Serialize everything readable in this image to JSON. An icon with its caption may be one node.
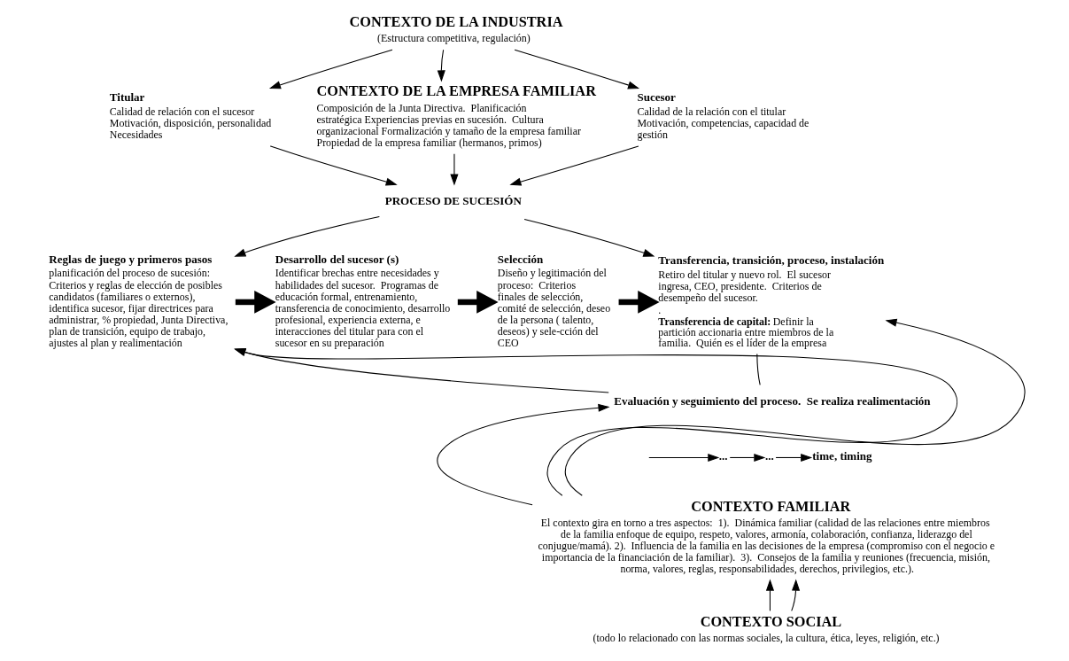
{
  "diagram": {
    "nodes": [
      {
        "text": [
          "CONTEXTO DE LA INDUSTRIA",
          "(Estructura competitiva, regulación)"
        ]
      },
      {
        "text": [
          "Titular",
          "Calidad de relación con el sucesor Motivación, disposición, personalidad Necesidades"
        ]
      },
      {
        "text": [
          "CONTEXTO DE LA EMPRESA FAMILIAR",
          "Composición de la Junta Directiva.  Planificación estratégica Experiencias previas en sucesión.  Cultura organizacional Formalización y tamaño de la empresa familiar Propiedad de la empresa familiar (hermanos, primos)"
        ]
      },
      {
        "text": [
          "Sucesor",
          "Calidad de la relación con el titular Motivación, competencias, capacidad de gestión"
        ]
      },
      {
        "text": [
          "PROCESO DE SUCESIÓN"
        ]
      },
      {
        "text": [
          "Reglas de juego y primeros pasos",
          "planificación del proceso de sucesión: Criterios y reglas de elección de posibles candidatos (familiares o externos), identifica sucesor, fijar directrices para administrar, % propiedad, Junta Directiva, plan de transición, equipo de trabajo, ajustes al plan y realimentación"
        ]
      },
      {
        "text": [
          "Desarrollo del sucesor (s)",
          "Identificar brechas entre necesidades y habilidades del sucesor.  Programas de educación formal, entrenamiento, transferencia de conocimiento, desarrollo profesional, experiencia externa, e interacciones del titular para con el sucesor en su preparación"
        ]
      },
      {
        "text": [
          "Selección",
          "Diseño y legitimación del proceso:  Criterios finales de selección, comité de selección, deseo de la persona ( talento, deseos) y sele-cción del CEO"
        ]
      },
      {
        "text": [
          "Transferencia, transición, proceso, instalación",
          "Retiro del titular y nuevo rol.  El sucesor ingresa, CEO, presidente.  Criterios de desempeño del sucesor.",
          ".",
          "**Transferencia de capital:** Definir la partición accionaria entre miembros de la familia.  Quién es el líder de la empresa"
        ]
      },
      {
        "text": [
          "Evaluación y seguimiento del proceso.  Se realiza realimentación"
        ]
      },
      {
        "text": [
          "..."
        ]
      },
      {
        "text": [
          "..."
        ]
      },
      {
        "text": [
          "time, timing"
        ]
      },
      {
        "text": [
          "CONTEXTO FAMILIAR",
          "El contexto gira en torno a tres aspectos:  1).  Dinámica familiar (calidad de las relaciones entre miembros de la familia enfoque de equipo, respeto, valores, armonía, colaboración, confianza, liderazgo del conjugue/mamá). 2).  Influencia de la familia en las decisiones de la empresa (compromiso con el negocio e importancia de la financiación de la familiar).  3).  Consejos de la familia y reuniones (frecuencia, misión, norma, valores, reglas, responsabilidades, derechos, privilegios, etc.)."
        ]
      },
      {
        "text": [
          "CONTEXTO SOCIAL",
          "(todo lo relacionado con las normas sociales, la cultura, ética, leyes, religión, etc.)"
        ]
      }
    ],
    "edges": [
      {
        "from": 0,
        "to": 1,
        "arrow": "to"
      },
      {
        "from": 0,
        "to": 2,
        "arrow": "to"
      },
      {
        "from": 0,
        "to": 3,
        "arrow": "to"
      },
      {
        "from": 1,
        "to": 4,
        "arrow": "to"
      },
      {
        "from": 2,
        "to": 4,
        "arrow": "to"
      },
      {
        "from": 3,
        "to": 4,
        "arrow": "to"
      },
      {
        "from": 4,
        "to": 5,
        "arrow": "to"
      },
      {
        "from": 4,
        "to": 8,
        "arrow": "to"
      },
      {
        "from": 5,
        "to": 6,
        "arrow": "to",
        "style": "thick"
      },
      {
        "from": 6,
        "to": 7,
        "arrow": "to",
        "style": "thick"
      },
      {
        "from": 7,
        "to": 8,
        "arrow": "to",
        "style": "thick"
      },
      {
        "from": 8,
        "to": 9,
        "arrow": "none"
      },
      {
        "from": 9,
        "to": 5,
        "arrow": "to"
      },
      {
        "from": null,
        "to": 10,
        "arrow": "to"
      },
      {
        "from": 10,
        "to": 11,
        "arrow": "to"
      },
      {
        "from": 11,
        "to": 12,
        "arrow": "to"
      },
      {
        "from": 13,
        "to": 9,
        "arrow": "to"
      },
      {
        "from": 13,
        "to": 5,
        "arrow": "to"
      },
      {
        "from": 13,
        "to": 8,
        "arrow": "to"
      },
      {
        "from": 14,
        "to": 13,
        "arrow": "to"
      },
      {
        "from": 14,
        "to": 13,
        "arrow": "to"
      }
    ]
  }
}
